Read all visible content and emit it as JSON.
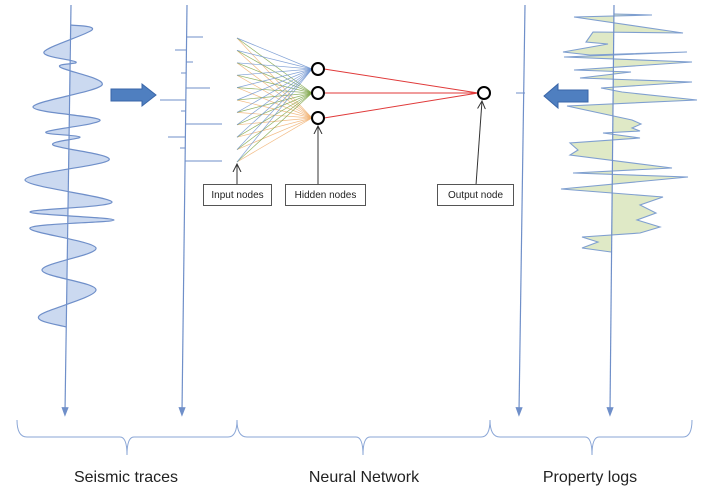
{
  "sections": {
    "seismic": "Seismic traces",
    "network": "Neural Network",
    "logs": "Property logs"
  },
  "nodes": {
    "input": "Input nodes",
    "hidden": "Hidden nodes",
    "output": "Output node"
  },
  "network": {
    "input_count": 11,
    "hidden_count": 3,
    "output_count": 1
  },
  "colors": {
    "axis": "#6f8fc9",
    "trace_fill": "#cbd9f0",
    "log_fill": "#dfe9c6",
    "arrow": "#4f7fc0",
    "to_hidden": [
      "#6f94d0",
      "#7fa64a",
      "#f0b070"
    ],
    "to_output": "#e03a3a"
  }
}
